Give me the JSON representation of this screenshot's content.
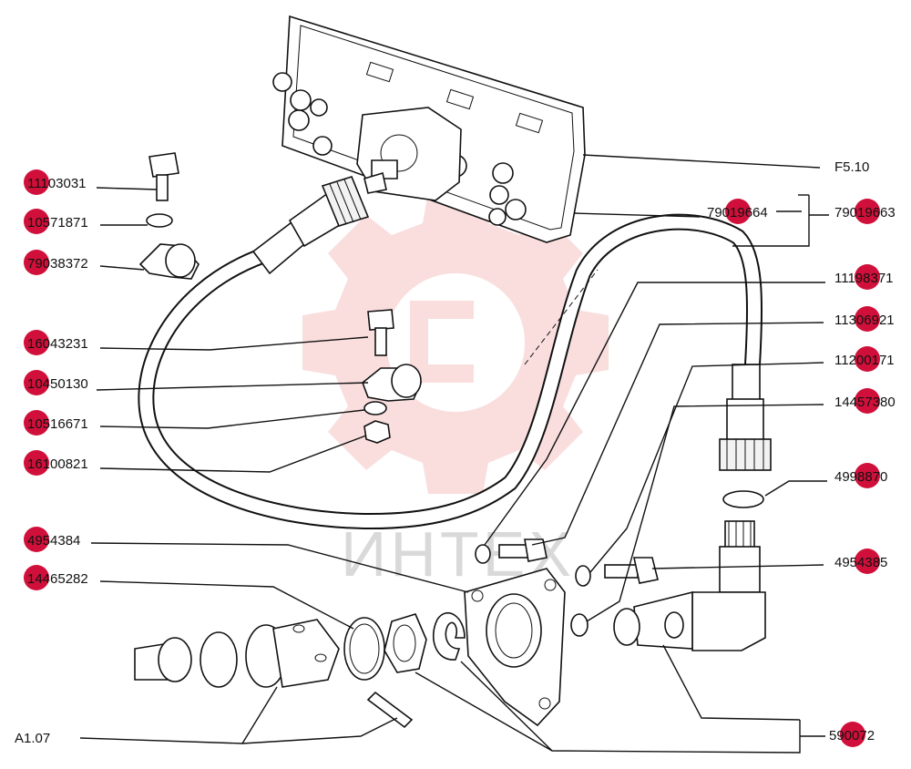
{
  "watermark": {
    "text": "ИНТЕХ",
    "color": "#e23a3a"
  },
  "marker_color": "#d0103a",
  "labels": {
    "l_11103031": "11103031",
    "l_10571871": "10571871",
    "l_79038372": "79038372",
    "l_16043231": "16043231",
    "l_10450130": "10450130",
    "l_10516671": "10516671",
    "l_16100821": "16100821",
    "l_4954384": "4954384",
    "l_14465282": "14465282",
    "l_A107": "A1.07",
    "l_F510": "F5.10",
    "l_79019664": "79019664",
    "l_79019663": "79019663",
    "l_11198371": "11198371",
    "l_11306921": "11306921",
    "l_11200171": "11200171",
    "l_14457380": "14457380",
    "l_4998870": "4998870",
    "l_4954385": "4954385",
    "l_590072": "590072"
  }
}
